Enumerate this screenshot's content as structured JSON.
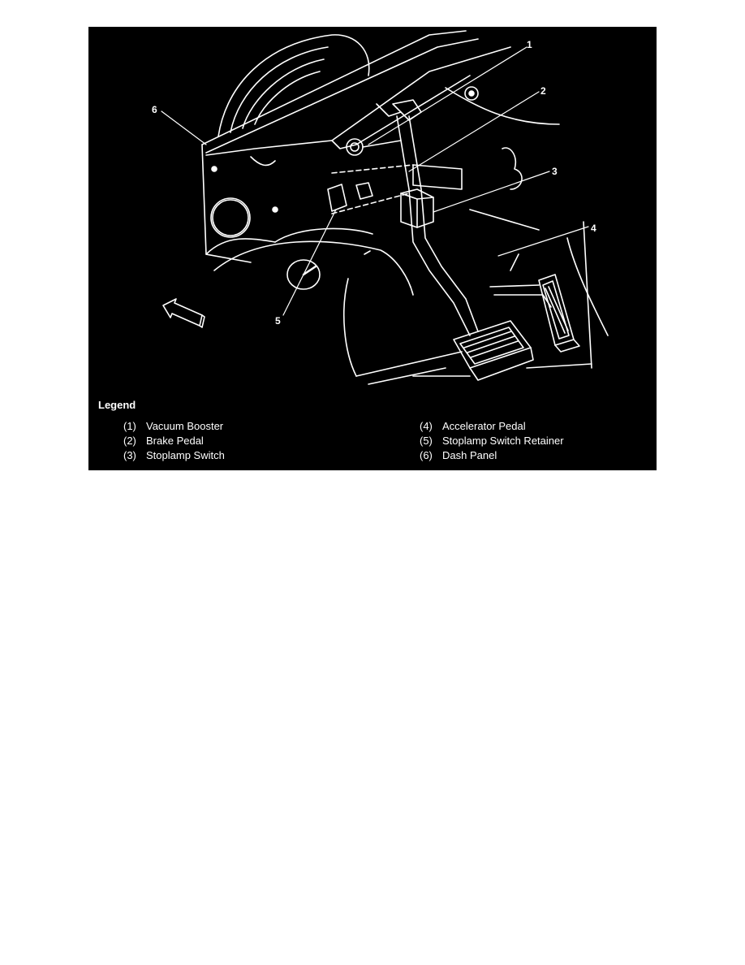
{
  "callouts": [
    "1",
    "2",
    "3",
    "4",
    "5",
    "6"
  ],
  "legend": {
    "title": "Legend",
    "items": [
      {
        "num": "(1)",
        "label": "Vacuum Booster"
      },
      {
        "num": "(2)",
        "label": "Brake Pedal"
      },
      {
        "num": "(3)",
        "label": "Stoplamp Switch"
      },
      {
        "num": "(4)",
        "label": "Accelerator Pedal"
      },
      {
        "num": "(5)",
        "label": "Stoplamp Switch Retainer"
      },
      {
        "num": "(6)",
        "label": "Dash Panel"
      }
    ]
  },
  "colors": {
    "background": "#000000",
    "line": "#ffffff",
    "page": "#ffffff"
  }
}
